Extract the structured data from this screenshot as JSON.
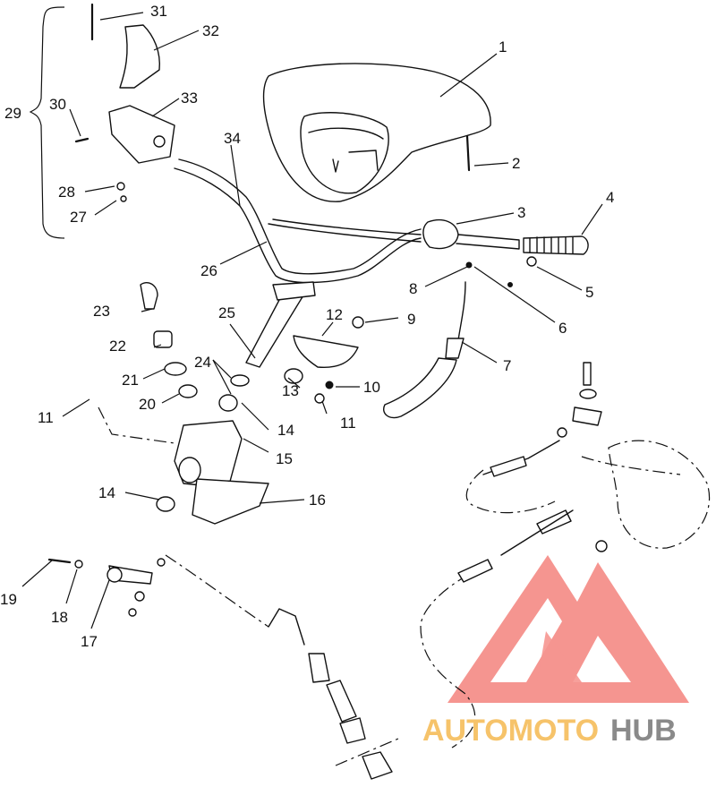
{
  "callouts": [
    {
      "id": "c1",
      "text": "1"
    },
    {
      "id": "c2",
      "text": "2"
    },
    {
      "id": "c3",
      "text": "3"
    },
    {
      "id": "c4",
      "text": "4"
    },
    {
      "id": "c5",
      "text": "5"
    },
    {
      "id": "c6",
      "text": "6"
    },
    {
      "id": "c7",
      "text": "7"
    },
    {
      "id": "c8",
      "text": "8"
    },
    {
      "id": "c9",
      "text": "9"
    },
    {
      "id": "c10",
      "text": "10"
    },
    {
      "id": "c11a",
      "text": "11"
    },
    {
      "id": "c11b",
      "text": "11"
    },
    {
      "id": "c12",
      "text": "12"
    },
    {
      "id": "c13",
      "text": "13"
    },
    {
      "id": "c14a",
      "text": "14"
    },
    {
      "id": "c14b",
      "text": "14"
    },
    {
      "id": "c15",
      "text": "15"
    },
    {
      "id": "c16",
      "text": "16"
    },
    {
      "id": "c17",
      "text": "17"
    },
    {
      "id": "c18",
      "text": "18"
    },
    {
      "id": "c19",
      "text": "19"
    },
    {
      "id": "c20",
      "text": "20"
    },
    {
      "id": "c21",
      "text": "21"
    },
    {
      "id": "c22",
      "text": "22"
    },
    {
      "id": "c23",
      "text": "23"
    },
    {
      "id": "c24",
      "text": "24"
    },
    {
      "id": "c25",
      "text": "25"
    },
    {
      "id": "c26",
      "text": "26"
    },
    {
      "id": "c27",
      "text": "27"
    },
    {
      "id": "c28",
      "text": "28"
    },
    {
      "id": "c29",
      "text": "29"
    },
    {
      "id": "c30",
      "text": "30"
    },
    {
      "id": "c31",
      "text": "31"
    },
    {
      "id": "c32",
      "text": "32"
    },
    {
      "id": "c33",
      "text": "33"
    },
    {
      "id": "c34",
      "text": "34"
    }
  ],
  "watermark": {
    "text_part1": "AUTOMOTO",
    "text_part2": "HUB",
    "color_primary": "#f4837d",
    "color_text1": "#f6c36a",
    "color_text2": "#8a8a8a"
  }
}
